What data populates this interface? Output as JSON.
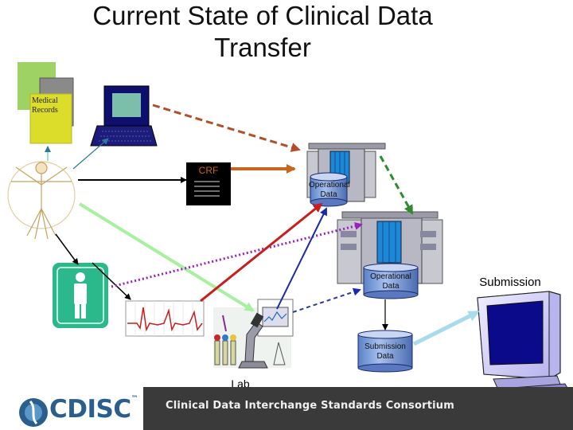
{
  "title": {
    "line1": "Current State of Clinical Data",
    "line2": "Transfer"
  },
  "labels": {
    "medical_records_1": "Medical",
    "medical_records_2": "Records",
    "crf": "CRF",
    "operational_data_top": "Operational Data",
    "operational_data_mid": "Operational Data",
    "submission_data": "Submission Data",
    "lab": "Lab",
    "submission": "Submission"
  },
  "footer": {
    "logo": "CDISC",
    "logo_tm": "™",
    "text": "Clinical Data Interchange Standards Consortium"
  },
  "colors": {
    "arrow_brown_dashed": "#b0502a",
    "arrow_green_dashed": "#2e8b2e",
    "arrow_orange": "#c8661e",
    "arrow_black": "#000000",
    "arrow_light_green": "#a8f0a0",
    "arrow_purple_dotted": "#9b1fbf",
    "arrow_red": "#c81e1e",
    "arrow_blue": "#1a2ab0",
    "arrow_blue_dashed": "#2a3aa0",
    "arrow_light_blue": "#a8dcec",
    "medical_green": "#9ed264",
    "medical_yellow": "#dcdc2a",
    "medical_gray": "#8a8a8a",
    "footer_dark": "#3a3a3a",
    "logo_blue": "#2a5e8c"
  },
  "icons": [
    "medical-records-icon",
    "laptop-icon",
    "human-figure-icon",
    "crf-document-icon",
    "hospital-building-icon",
    "doctor-icon",
    "ecg-icon",
    "lab-microscope-icon",
    "database-cylinder-icon",
    "computer-monitor-icon",
    "cdisc-logo-icon"
  ]
}
